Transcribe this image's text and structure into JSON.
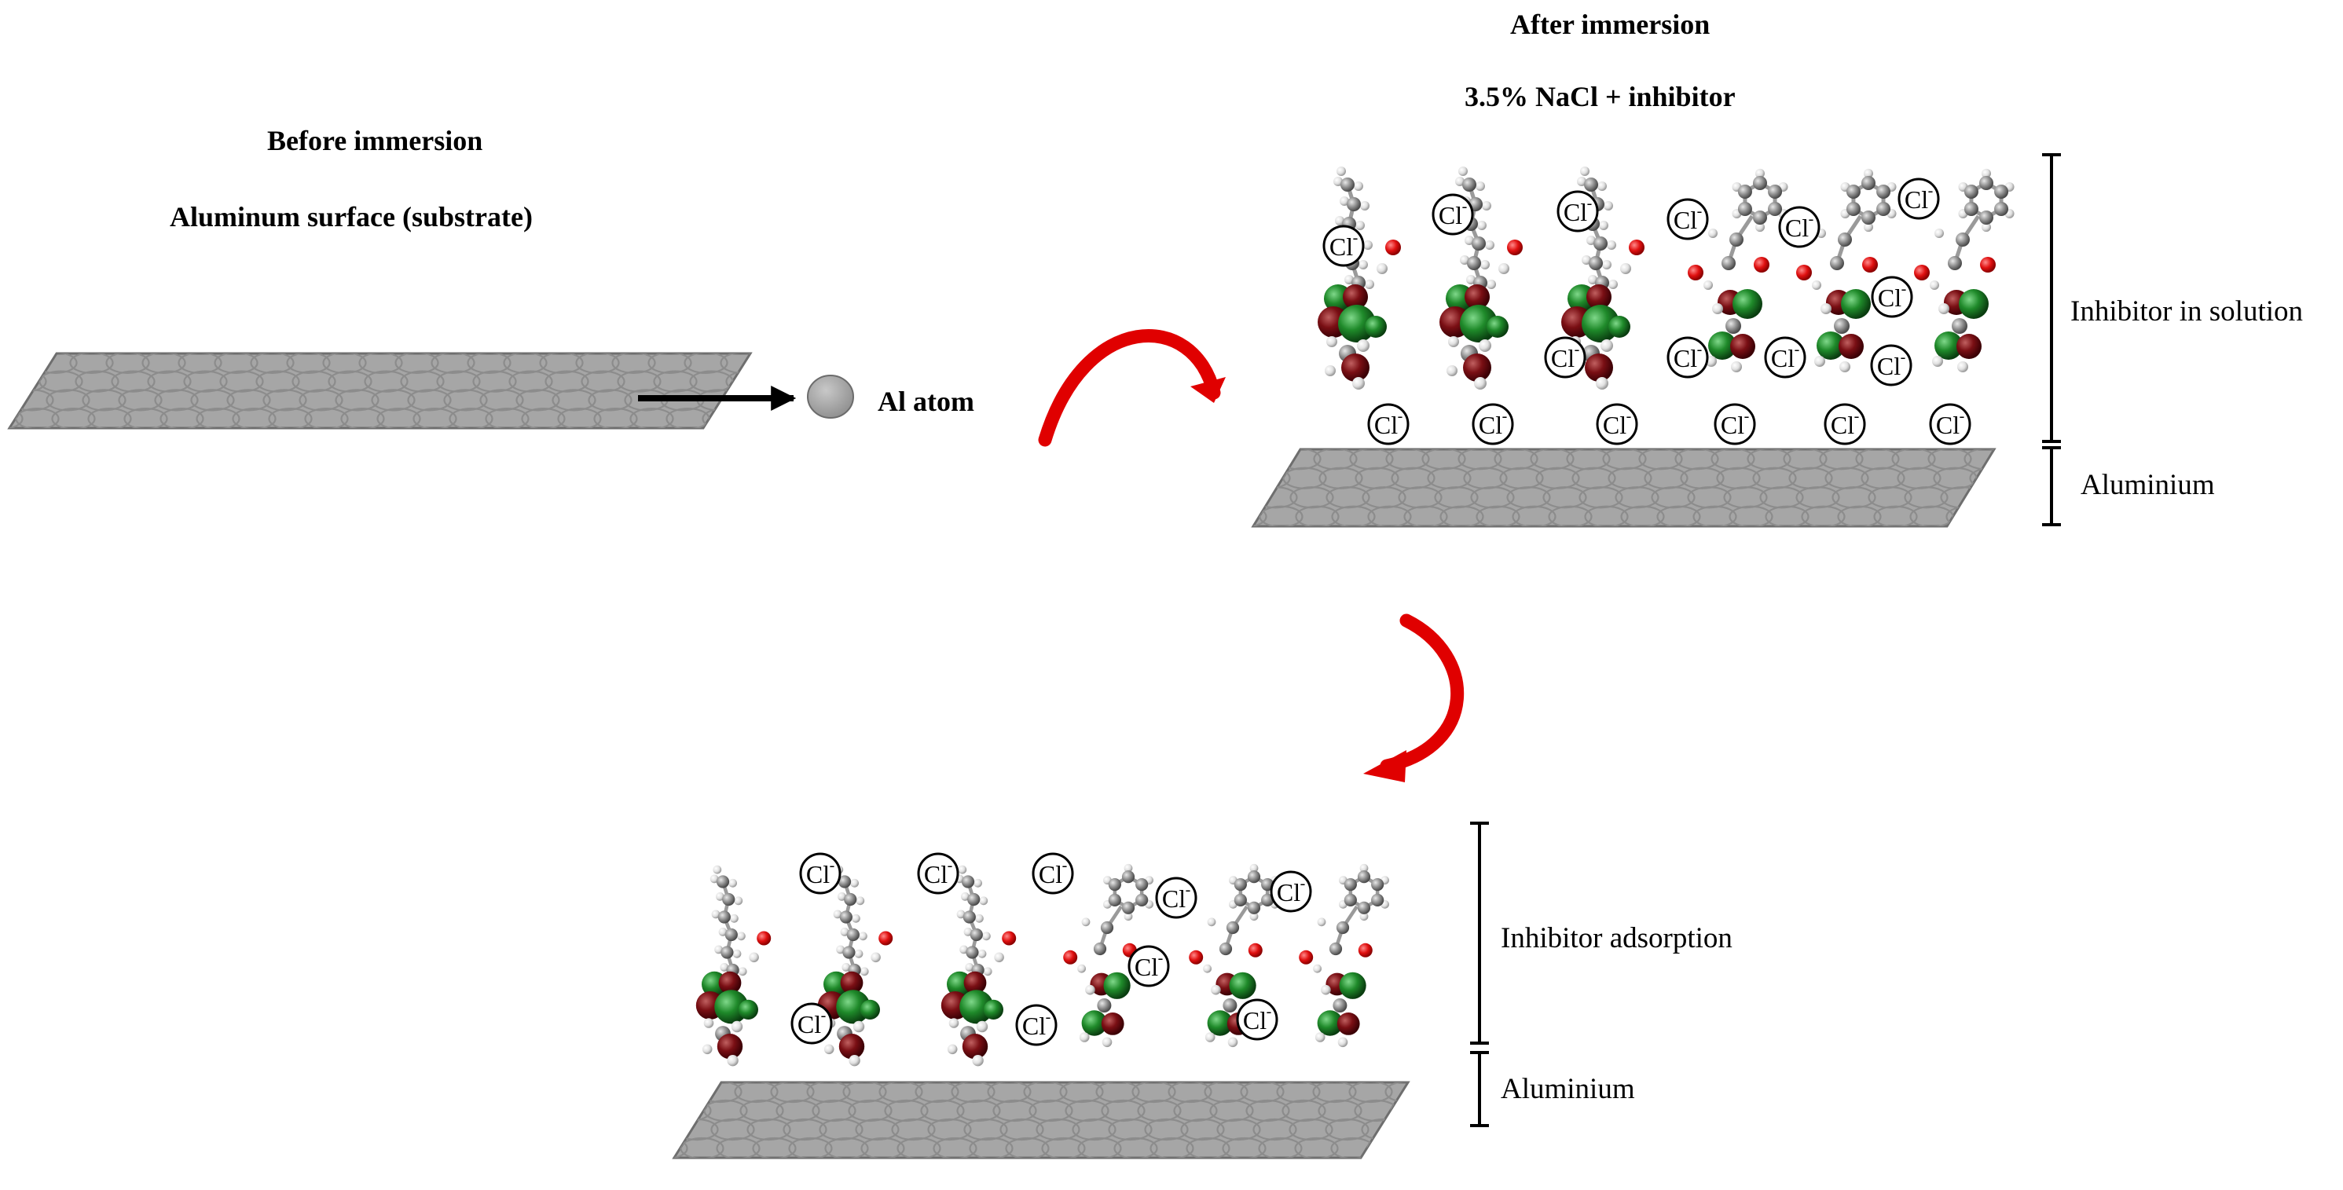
{
  "before": {
    "heading": "Before immersion",
    "subheading": "Aluminum surface (substrate)",
    "atom_label": "Al atom"
  },
  "after": {
    "heading": "After immersion",
    "subheading": "3.5% NaCl + inhibitor",
    "bracket_solution": "Inhibitor in solution",
    "bracket_metal": "Aluminium"
  },
  "adsorbed": {
    "bracket_adsorption": "Inhibitor adsorption",
    "bracket_metal": "Aluminium"
  },
  "ion_label": "Cl",
  "ion_charge": "-",
  "colors": {
    "surface_fill": "#a6a6a6",
    "surface_cell": "#8c8c8c",
    "arrow_red": "#e00000",
    "oxygen": "#e01010",
    "chlorine_green": "#1f8a2a",
    "dark_red": "#7a0f14",
    "carbon": "#8f8f8f",
    "hydrogen": "#e4e4e4"
  }
}
